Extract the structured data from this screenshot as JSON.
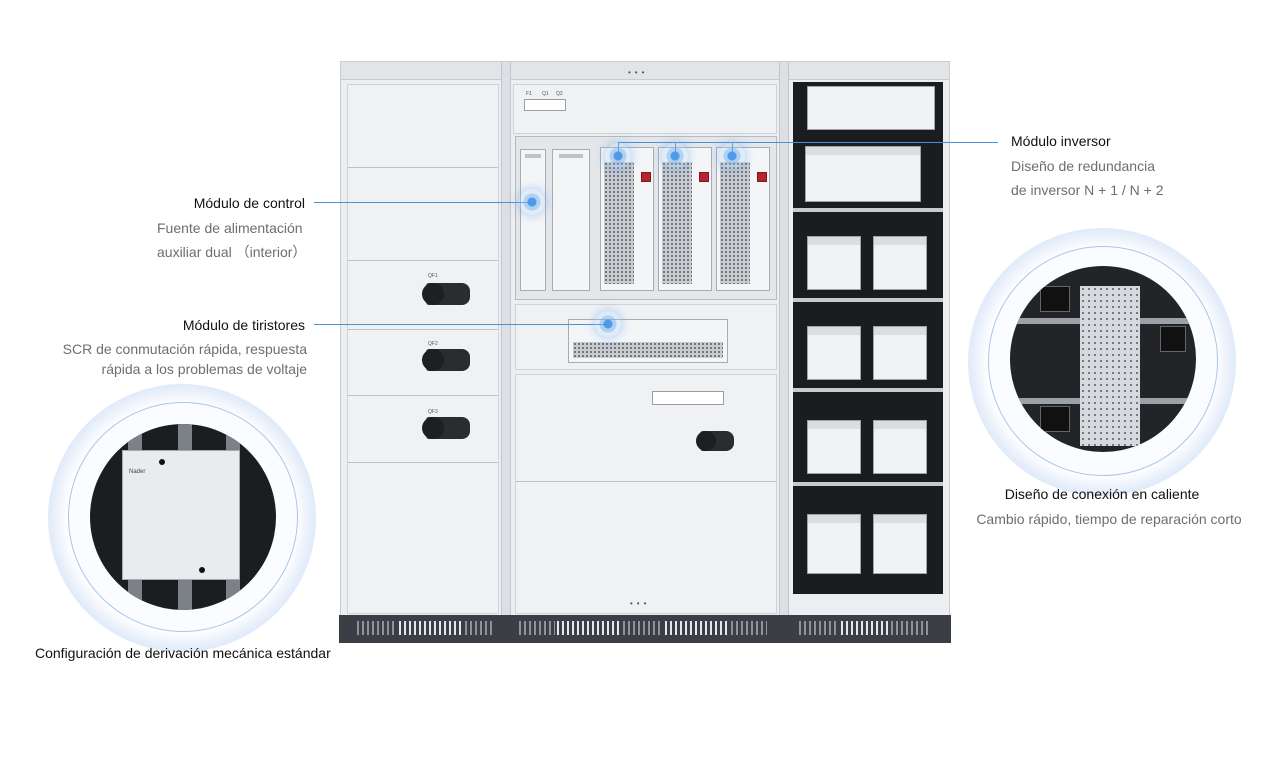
{
  "cabinet": {
    "qf_labels": [
      "QF1",
      "QF2",
      "QF3"
    ],
    "breaker_labels": [
      "F1",
      "Q1",
      "Q2"
    ]
  },
  "annotations": {
    "control": {
      "title": "Módulo de control",
      "desc_line1": "Fuente de alimentación",
      "desc_line2": "auxiliar dual （interior）"
    },
    "thyristor": {
      "title": "Módulo de tiristores",
      "desc_line1": "SCR de conmutación rápida, respuesta",
      "desc_line2": "rápida a los problemas de voltaje"
    },
    "inverter": {
      "title": "Módulo inversor",
      "desc_line1": "Diseño de redundancia",
      "desc_line2": "de inversor N + 1 / N + 2"
    },
    "hotswap": {
      "title": "Diseño de conexión en caliente",
      "desc": "Cambio rápido, tiempo de reparación corto"
    },
    "bypass": {
      "title": "Configuración de derivación mecánica estándar",
      "device_brand": "Nader"
    }
  },
  "colors": {
    "accent": "#4a90d9",
    "cabinet": "#eceef1",
    "base": "#3b3e44",
    "handle": "#2a2c30"
  }
}
